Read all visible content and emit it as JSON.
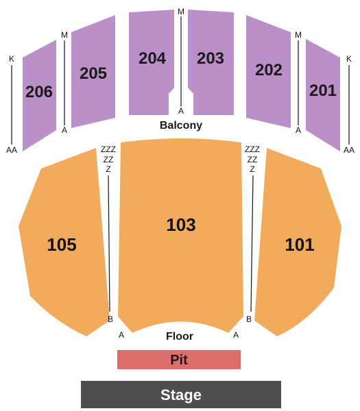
{
  "colors": {
    "balcony": "#bb8fc8",
    "floor": "#f2ab5c",
    "pit": "#db6e6b",
    "stage": "#4d4d4d",
    "row_line": "#111111"
  },
  "balcony": {
    "label": "Balcony",
    "sections": {
      "s206": "206",
      "s205": "205",
      "s204": "204",
      "s203": "203",
      "s202": "202",
      "s201": "201"
    },
    "rows": {
      "left_outer_top": "K",
      "left_outer_bottom": "AA",
      "left_inner_top": "M",
      "left_inner_bottom": "A",
      "center_top": "M",
      "center_bottom": "A",
      "right_inner_top": "M",
      "right_inner_bottom": "A",
      "right_outer_top": "K",
      "right_outer_bottom": "AA"
    }
  },
  "floor": {
    "label": "Floor",
    "sections": {
      "s105": "105",
      "s103": "103",
      "s101": "101"
    },
    "rows": {
      "left_zzz": "ZZZ",
      "left_zz": "ZZ",
      "left_z": "Z",
      "left_b": "B",
      "left_a": "A",
      "right_zzz": "ZZZ",
      "right_zz": "ZZ",
      "right_z": "Z",
      "right_b": "B",
      "right_a": "A"
    }
  },
  "pit": {
    "label": "Pit"
  },
  "stage": {
    "label": "Stage"
  }
}
